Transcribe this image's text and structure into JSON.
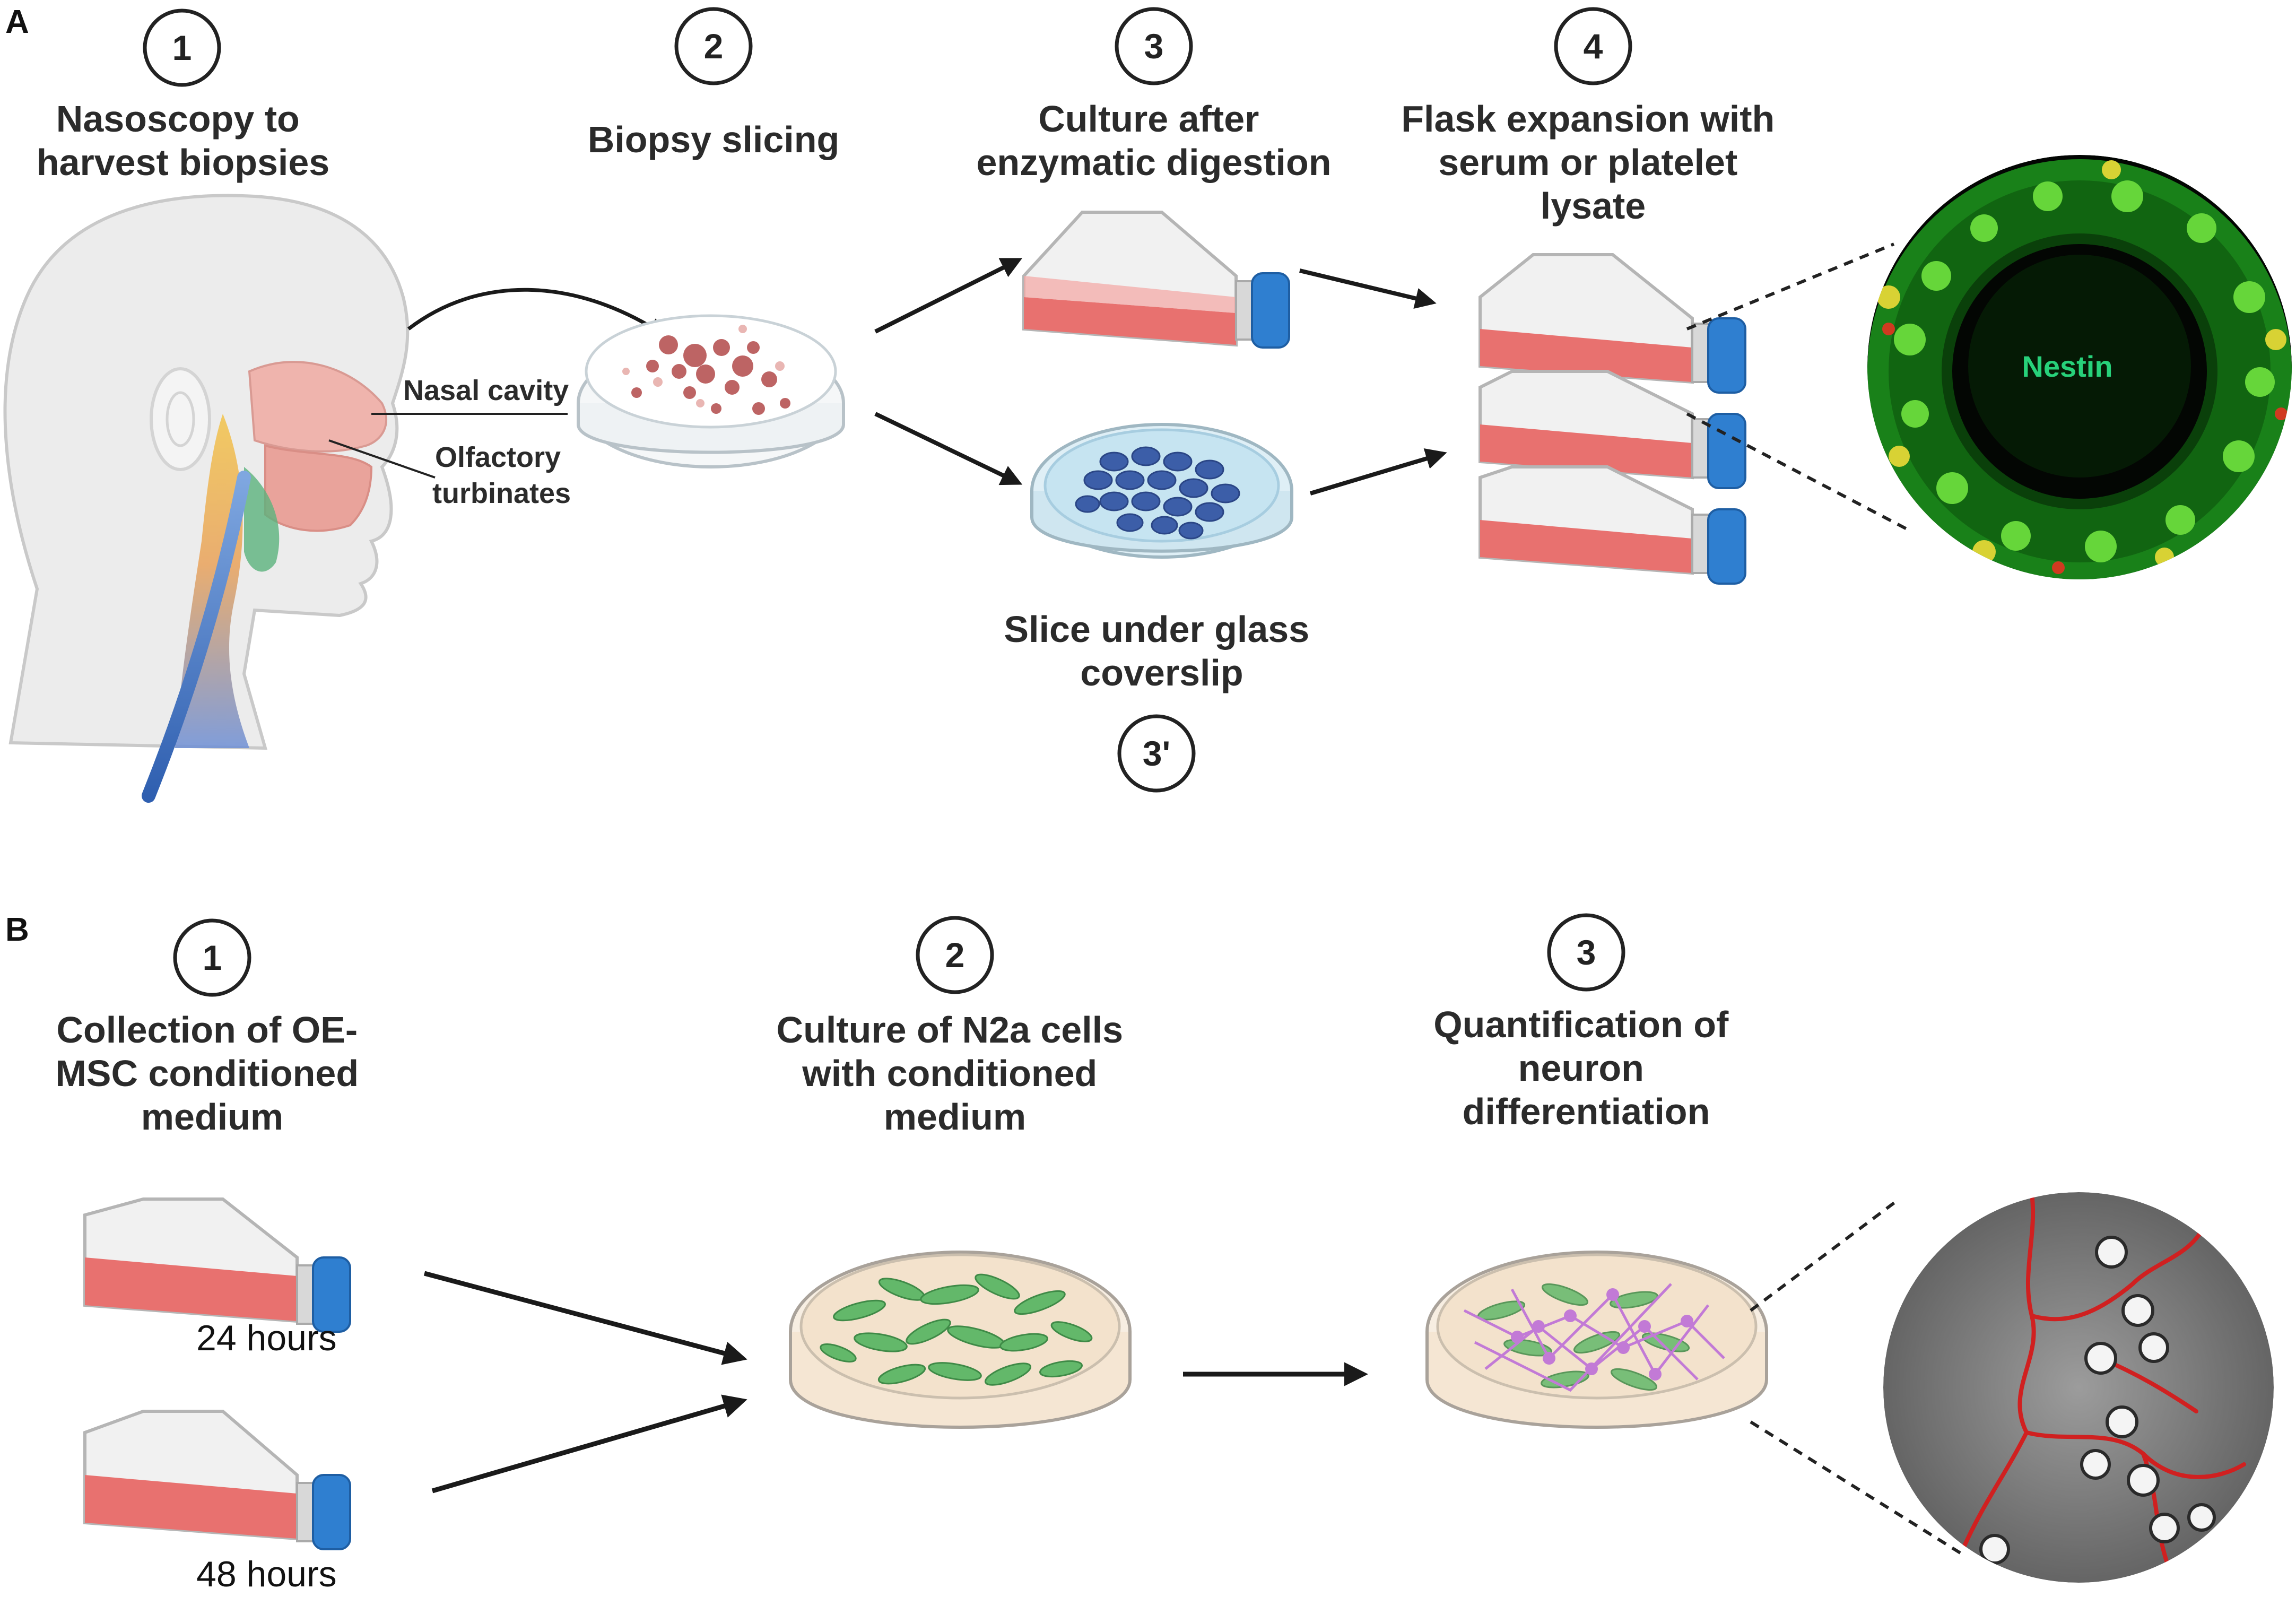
{
  "panel_a": {
    "letter": "A",
    "steps": {
      "s1": {
        "num": "1",
        "title_lines": [
          "Nasoscopy to",
          "harvest biopsies"
        ]
      },
      "s2": {
        "num": "2",
        "title_lines": [
          "Biopsy slicing"
        ]
      },
      "s3": {
        "num": "3",
        "title_lines": [
          "Culture after",
          "enzymatic digestion"
        ]
      },
      "s3p": {
        "num": "3'",
        "title_lines": [
          "Slice under glass",
          "coverslip"
        ]
      },
      "s4": {
        "num": "4",
        "title_lines": [
          "Flask expansion with",
          "serum or platelet",
          "lysate"
        ]
      }
    },
    "anatomy_labels": {
      "nasal_cavity": "Nasal cavity",
      "olfactory": [
        "Olfactory",
        "turbinates"
      ]
    },
    "micrograph_label": "Nestin"
  },
  "panel_b": {
    "letter": "B",
    "steps": {
      "s1": {
        "num": "1",
        "title_lines": [
          "Collection of OE-",
          "MSC conditioned",
          "medium"
        ]
      },
      "s2": {
        "num": "2",
        "title_lines": [
          "Culture of N2a cells",
          "with conditioned",
          "medium"
        ]
      },
      "s3": {
        "num": "3",
        "title_lines": [
          "Quantification of",
          "neuron",
          "differentiation"
        ]
      }
    },
    "times": {
      "t24": "24 hours",
      "t48": "48 hours"
    }
  },
  "colors": {
    "medium_red": "#e8716f",
    "cap_blue": "#2f7fd0",
    "cell_green": "#63b86a",
    "neurite_purple": "#c27ad6",
    "nestin_green": "#27d17a"
  }
}
